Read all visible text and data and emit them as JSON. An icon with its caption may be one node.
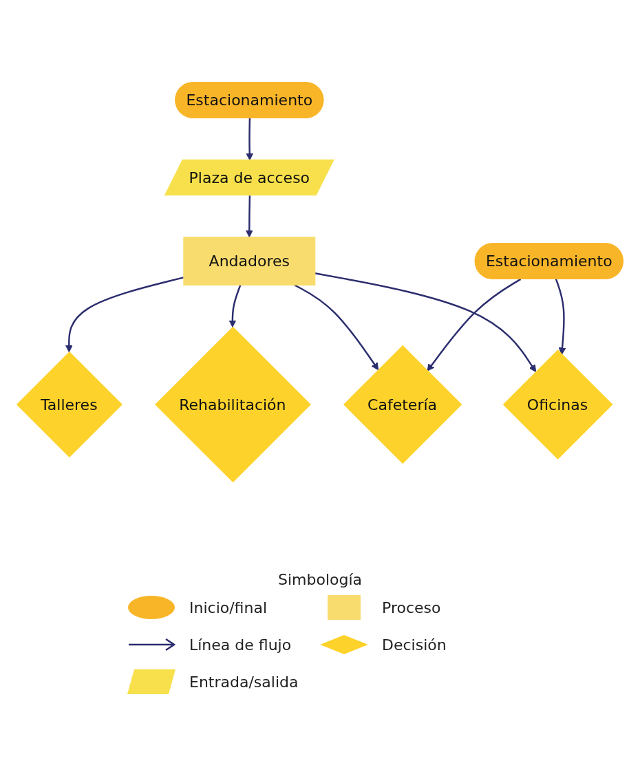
{
  "diagram": {
    "nodes": [
      {
        "text": [
          "Estacionamiento"
        ]
      },
      {
        "text": [
          "Plaza de acceso"
        ]
      },
      {
        "text": [
          "Andadores"
        ]
      },
      {
        "text": [
          "Oficinas"
        ]
      },
      {
        "text": [
          "Rehabilitación"
        ]
      },
      {
        "text": [
          "Cafetería"
        ]
      },
      {
        "text": [
          "Talleres"
        ]
      },
      {
        "text": [
          "Estacionamiento"
        ]
      }
    ],
    "edges": [
      {
        "from": 0,
        "to": 1,
        "arrow": "to"
      },
      {
        "from": 1,
        "to": 2,
        "arrow": "to"
      },
      {
        "from": 2,
        "to": 3,
        "arrow": "to"
      },
      {
        "from": 2,
        "to": 4,
        "arrow": "to"
      },
      {
        "from": 2,
        "to": 5,
        "arrow": "to"
      },
      {
        "from": 2,
        "to": 6,
        "arrow": "to"
      },
      {
        "from": 7,
        "to": 3,
        "arrow": "to"
      },
      {
        "from": 7,
        "to": 5,
        "arrow": "to"
      }
    ],
    "labels": [
      "Simbología"
    ],
    "legend": [
      {
        "text": "Inicio/final"
      },
      {
        "text": "Proceso"
      },
      {
        "text": "Línea de flujo"
      },
      {
        "text": "Decisión"
      },
      {
        "text": "Entrada/salida"
      }
    ]
  }
}
